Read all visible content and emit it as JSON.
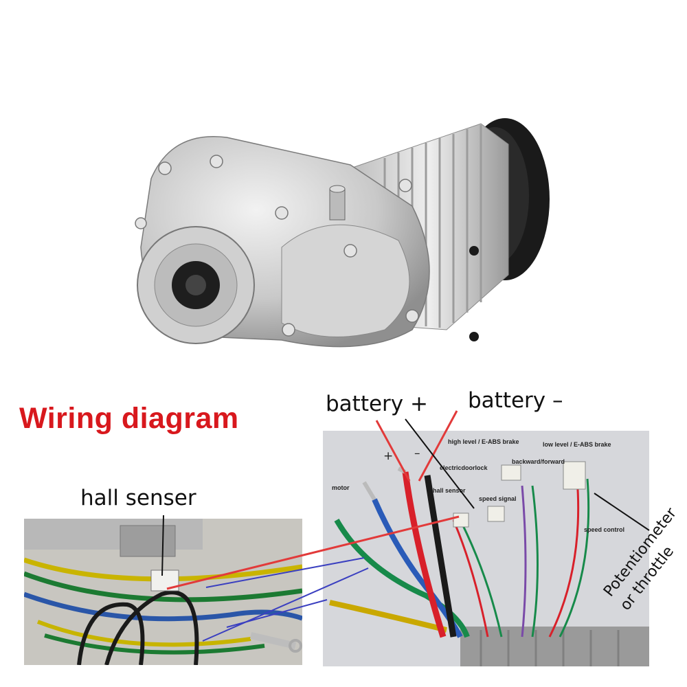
{
  "title": "Wiring diagram",
  "labels": {
    "battery_pos": "battery +",
    "battery_neg": "battery –",
    "hall_senser": "hall senser",
    "potentiometer_line1": "Potentiometer",
    "potentiometer_line2": "or throttle",
    "plus_sign": "+",
    "minus_sign": "–"
  },
  "connector_labels": {
    "high_level_brake": "high level / E-ABS brake",
    "low_level_brake": "low level / E-ABS brake",
    "backward_forward": "backward/forward",
    "electricdoorlock": "electricdoorlock",
    "motor": "motor",
    "hall_sensor": "hall sensor",
    "speed_signal": "speed signal",
    "speed_control": "speed control"
  },
  "colors": {
    "title_red": "#d8181d",
    "pointer_red": "#e23a3a",
    "pointer_blue": "#3a3fc0",
    "pointer_black": "#111111"
  }
}
